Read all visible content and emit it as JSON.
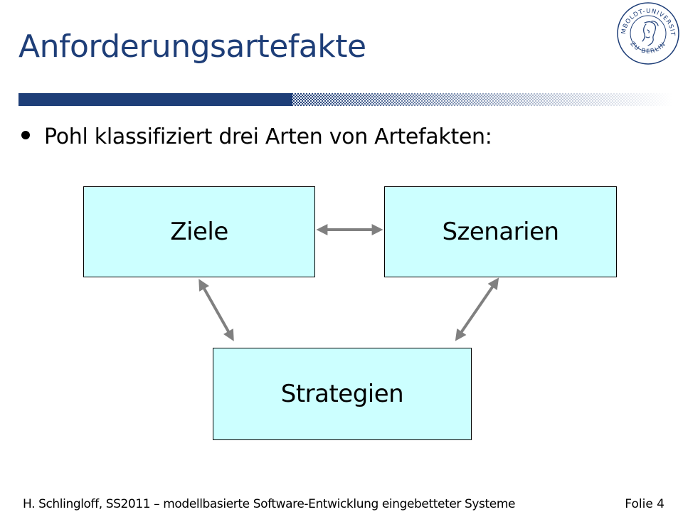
{
  "slide": {
    "title": "Anforderungsartefakte",
    "bullet": "Pohl klassifiziert drei Arten von Artefakten:"
  },
  "logo": {
    "icon": "university-seal-icon",
    "text_top": "HUMBOLDT-UNIVERSITÄT",
    "text_bottom": "ZU BERLIN"
  },
  "diagram": {
    "nodes": {
      "ziele": "Ziele",
      "szenarien": "Szenarien",
      "strategien": "Strategien"
    },
    "edges": [
      {
        "from": "Ziele",
        "to": "Szenarien",
        "type": "bidirectional"
      },
      {
        "from": "Ziele",
        "to": "Strategien",
        "type": "bidirectional"
      },
      {
        "from": "Szenarien",
        "to": "Strategien",
        "type": "bidirectional"
      }
    ],
    "node_fill": "#ccffff",
    "arrow_color": "#808080"
  },
  "footer": {
    "left": "H. Schlingloff, SS2011 – modellbasierte Software-Entwicklung eingebetteter Systeme",
    "right": "Folie 4"
  },
  "colors": {
    "title": "#1e3e78",
    "bar": "#1e3e78"
  }
}
